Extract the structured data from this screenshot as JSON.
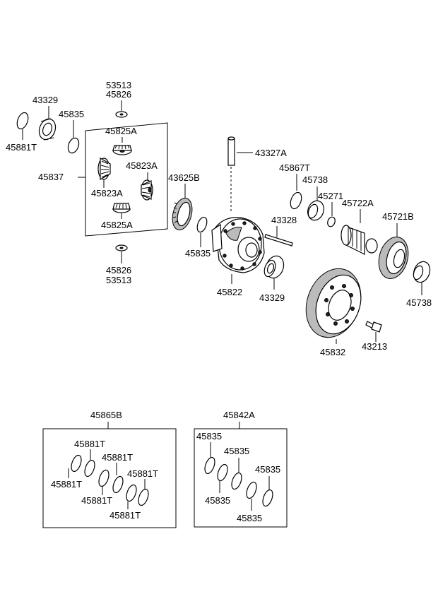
{
  "labels": {
    "l43329a": "43329",
    "l45881t": "45881T",
    "l45835a": "45835",
    "l53513a": "53513",
    "l45826a": "45826",
    "l45825a1": "45825A",
    "l45837": "45837",
    "l45823a1": "45823A",
    "l45823a2": "45823A",
    "l45825a2": "45825A",
    "l45826b": "45826",
    "l53513b": "53513",
    "l43625b": "43625B",
    "l45835b": "45835",
    "l43327a": "43327A",
    "l45867t": "45867T",
    "l45738a": "45738",
    "l45271": "45271",
    "l45722a": "45722A",
    "l45721b": "45721B",
    "l43328": "43328",
    "l45822": "45822",
    "l43329b": "43329",
    "l45738b": "45738",
    "l45832": "45832",
    "l43213": "43213",
    "l45865b": "45865B",
    "l45842a": "45842A",
    "k1_1": "45881T",
    "k1_2": "45881T",
    "k1_3": "45881T",
    "k1_4": "45881T",
    "k1_5": "45881T",
    "k1_6": "45881T",
    "k2_1": "45835",
    "k2_2": "45835",
    "k2_3": "45835",
    "k2_4": "45835",
    "k2_5": "45835"
  }
}
